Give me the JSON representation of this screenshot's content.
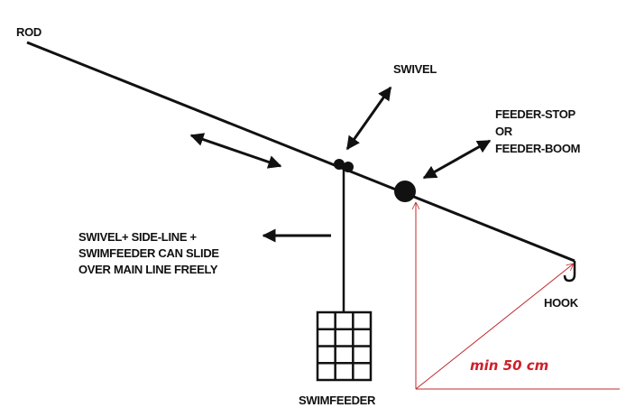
{
  "diagram": {
    "title": "Feeder rig setup",
    "labels": {
      "rod": "ROD",
      "swivel": "SWIVEL",
      "feeder_stop": [
        "FEEDER-STOP",
        "OR",
        "FEEDER-BOOM"
      ],
      "slide_note": [
        "SWIVEL+ SIDE-LINE +",
        "SWIMFEEDER CAN SLIDE",
        "OVER MAIN LINE FREELY"
      ],
      "swimfeeder": "SWIMFEEDER",
      "hook": "HOOK",
      "min_distance": "min 50 cm"
    },
    "colors": {
      "line": "#111111",
      "measure": "#c0282d",
      "measure_text": "#d01f2a",
      "background": "#ffffff"
    },
    "swimfeeder_grid": {
      "columns": 3,
      "rows": 4
    }
  }
}
